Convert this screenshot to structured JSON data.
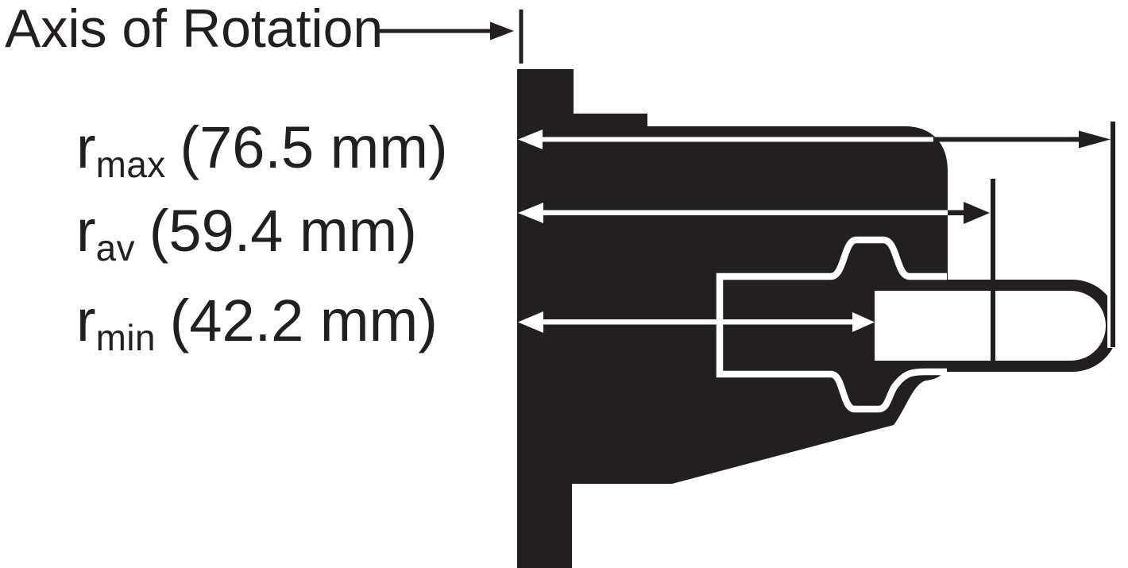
{
  "colors": {
    "ink": "#231f20",
    "paper": "#ffffff"
  },
  "axis_label": {
    "text": "Axis of Rotation"
  },
  "radius_labels": [
    {
      "symbol": "r",
      "subscript": "max",
      "value": "(76.5 mm)"
    },
    {
      "symbol": "r",
      "subscript": "av",
      "value": "(59.4 mm)"
    },
    {
      "symbol": "r",
      "subscript": "min",
      "value": "(42.2 mm)"
    }
  ],
  "measurements": {
    "r_max_mm": 76.5,
    "r_av_mm": 59.4,
    "r_min_mm": 42.2,
    "unit": "mm"
  }
}
